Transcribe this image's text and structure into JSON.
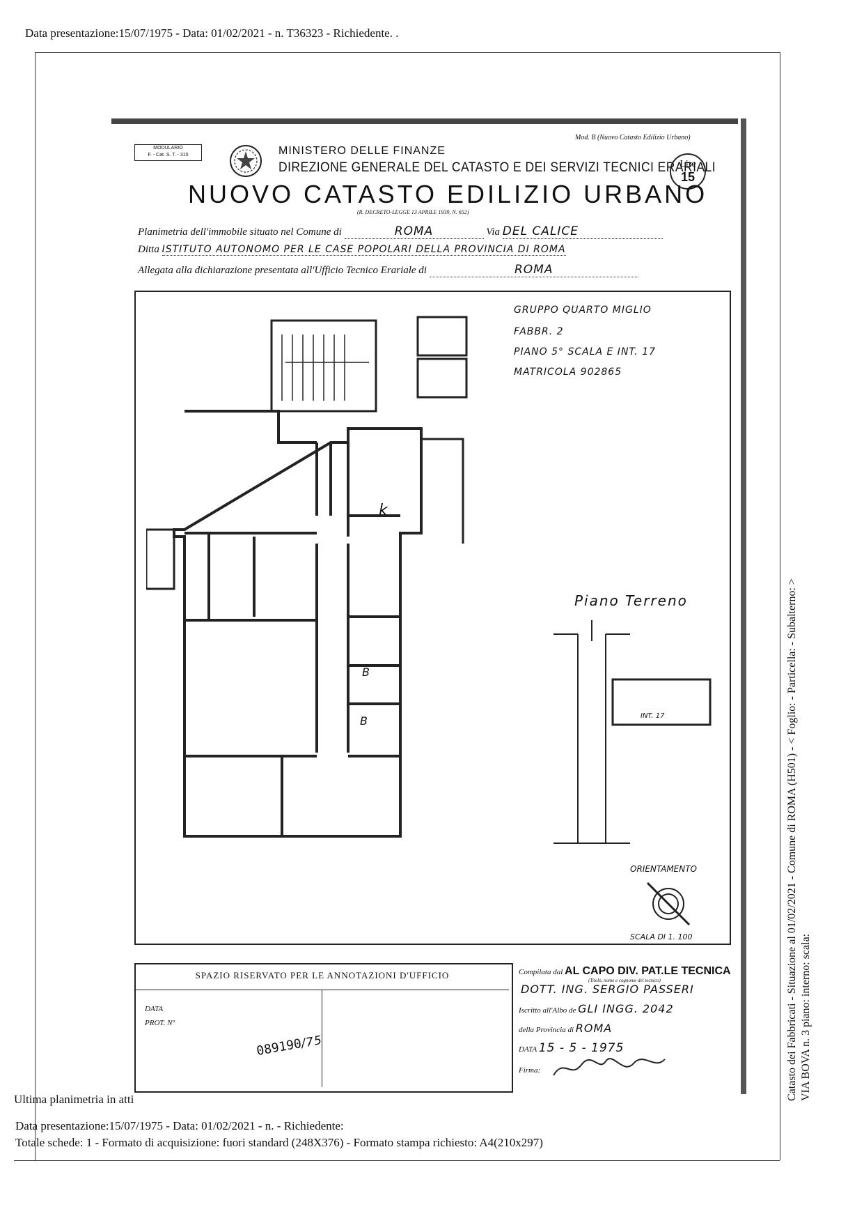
{
  "header": {
    "text": "Data presentazione:15/07/1975 - Data: 01/02/2021 - n. T36323 - Richiedente. ."
  },
  "form": {
    "modulario": "MODULARIO\nF. - Cat. S. T. - 315",
    "ministero": "MINISTERO DELLE FINANZE",
    "direzione": "DIREZIONE GENERALE DEL CATASTO E DEI SERVIZI TECNICI ERARIALI",
    "mod_b": "Mod. B (Nuovo Catasto Edilizio Urbano)",
    "lire_label": "Lire",
    "lire_value": "15",
    "title": "NUOVO CATASTO EDILIZIO URBANO",
    "decreto": "(R. DECRETO-LEGGE 13 APRILE 1939, N. 652)",
    "planimetria_label": "Planimetria dell'immobile situato nel Comune di",
    "comune": "ROMA",
    "via_label": "Via",
    "via": "DEL CALICE",
    "ditta_label": "Ditta",
    "ditta": "ISTITUTO AUTONOMO PER LE CASE POPOLARI DELLA PROVINCIA DI ROMA",
    "allegata_label": "Allegata alla dichiarazione presentata all'Ufficio Tecnico Erariale di",
    "ufficio": "ROMA"
  },
  "plan": {
    "notes": [
      "GRUPPO QUARTO MIGLIO",
      "FABBR. 2",
      "PIANO 5° SCALA E INT. 17",
      "MATRICOLA 902865"
    ],
    "room_k": "k",
    "room_b1": "B",
    "room_b2": "B",
    "piano_terreno": "Piano Terreno",
    "int_label": "INT. 17",
    "orientamento": "ORIENTAMENTO",
    "scala": "SCALA DI 1. 100"
  },
  "annotations": {
    "title": "SPAZIO RISERVATO PER LE ANNOTAZIONI D'UFFICIO",
    "data_label": "DATA",
    "prot_label": "PROT. Nº",
    "stamp": "089190",
    "stamp_suffix": "/75"
  },
  "compilata": {
    "label": "Compilata dal",
    "value": "AL CAPO DIV. PAT.LE TECNICA",
    "sublabel": "(Titolo, nome e cognome del tecnico)",
    "name": "DOTT. ING. SERGIO PASSERI",
    "albo_label": "Iscritto all'Albo de",
    "albo": "GLI INGG. 2042",
    "provincia_label": "della Provincia di",
    "provincia": "ROMA",
    "data_label": "DATA",
    "data": "15 - 5 - 1975",
    "firma_label": "Firma:"
  },
  "side": {
    "line1": "Catasto dei Fabbricati - Situazione al 01/02/2021 - Comune di ROMA (H501) - < Foglio:    - Particella:    - Subalterno:  >",
    "line2": "VIA BOVA n. 3 piano:    interno:    scala:"
  },
  "footer": {
    "ultima": "Ultima planimetria in atti",
    "line1": "Data presentazione:15/07/1975 - Data: 01/02/2021 - n.      - Richiedente:",
    "line2": "Totale schede: 1 - Formato di acquisizione: fuori standard (248X376) - Formato stampa richiesto: A4(210x297)"
  }
}
